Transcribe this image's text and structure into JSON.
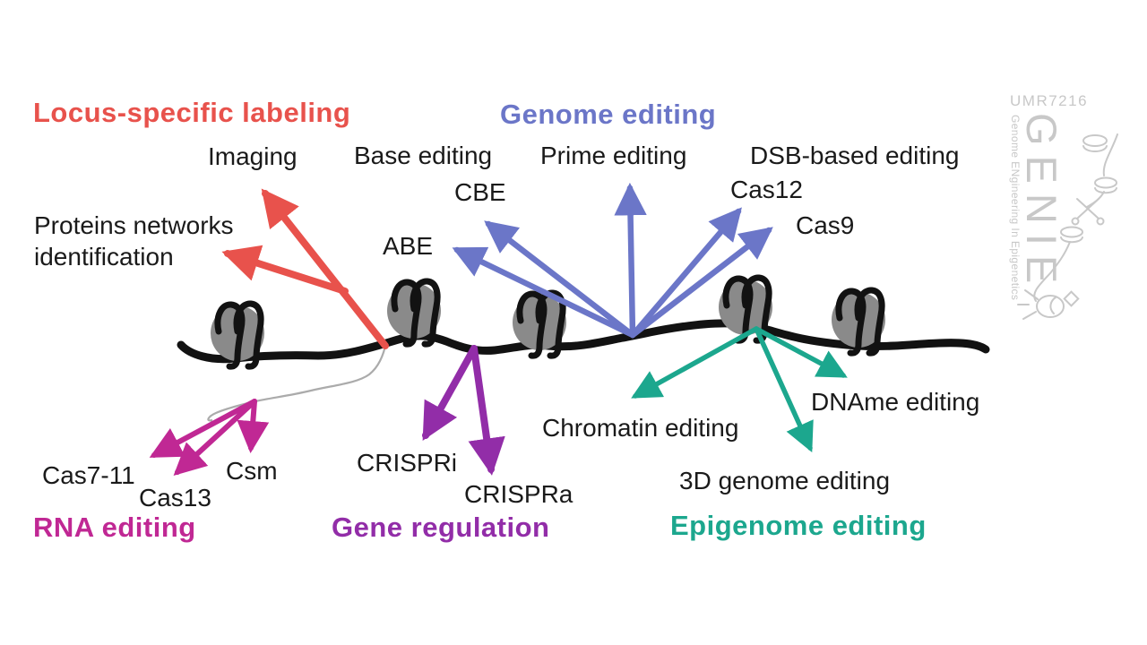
{
  "palette": {
    "red": "#E8524C",
    "blue": "#6B76C8",
    "purple": "#922DA8",
    "magenta": "#C02894",
    "teal": "#1CA78E",
    "text": "#1A1A1A",
    "nucleosome": "#8A8A8A",
    "dna": "#121212",
    "logo": "#C8C8C8",
    "bg": "#FFFFFF"
  },
  "categories": [
    {
      "title": "Locus-specific labeling",
      "color": "#E8524C",
      "techniques": [
        "Imaging",
        "Proteins networks identification"
      ]
    },
    {
      "title": "Genome editing",
      "color": "#6B76C8",
      "subcategories": [
        {
          "name": "Base editing",
          "tools": [
            "CBE",
            "ABE"
          ]
        },
        {
          "name": "Prime editing",
          "tools": []
        },
        {
          "name": "DSB-based editing",
          "tools": [
            "Cas12",
            "Cas9"
          ]
        }
      ]
    },
    {
      "title": "RNA editing",
      "color": "#C02894",
      "techniques": [
        "Cas7-11",
        "Cas13",
        "Csm"
      ]
    },
    {
      "title": "Gene regulation",
      "color": "#922DA8",
      "techniques": [
        "CRISPRi",
        "CRISPRa"
      ]
    },
    {
      "title": "Epigenome editing",
      "color": "#1CA78E",
      "techniques": [
        "Chromatin editing",
        "DNAme editing",
        "3D genome editing"
      ]
    }
  ],
  "logo": {
    "umr": "UMR7216",
    "name": "GENIE",
    "tagline": "Genome ENgineering In Epigenetics"
  }
}
